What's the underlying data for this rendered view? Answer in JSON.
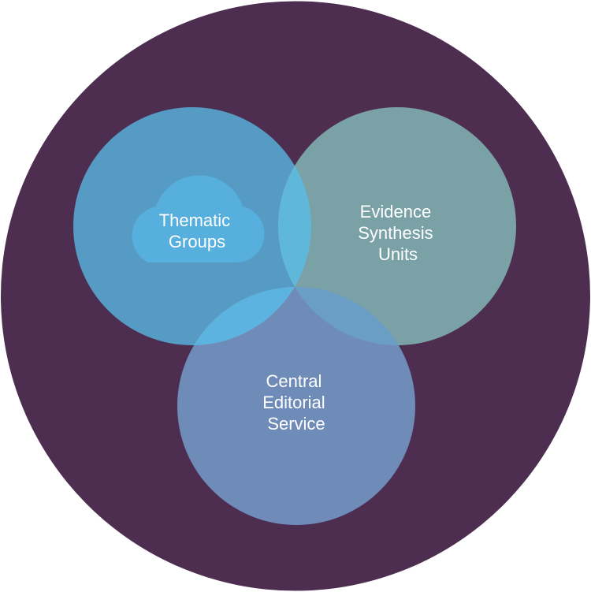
{
  "diagram": {
    "colors": {
      "outer_background": "#4d2e50",
      "thematic_groups": "#559bc3",
      "evidence_synthesis": "#7aa1a6",
      "central_editorial": "#6f8cb9",
      "overlap_thematic_evidence": "#5fb8da",
      "overlap_thematic_central": "#5db3df",
      "overlap_evidence_central": "#6b9ec4",
      "cloud_icon": "#57afde",
      "label_text": "#ffffff"
    },
    "circles": [
      {
        "id": "thematic-groups",
        "icon": "cloud-icon",
        "label_lines": [
          "Thematic",
          "Groups"
        ]
      },
      {
        "id": "evidence-synthesis-units",
        "label_lines": [
          "Evidence",
          "Synthesis",
          "Units"
        ]
      },
      {
        "id": "central-editorial-service",
        "label_lines": [
          "Central",
          "Editorial",
          "Service"
        ]
      }
    ]
  }
}
